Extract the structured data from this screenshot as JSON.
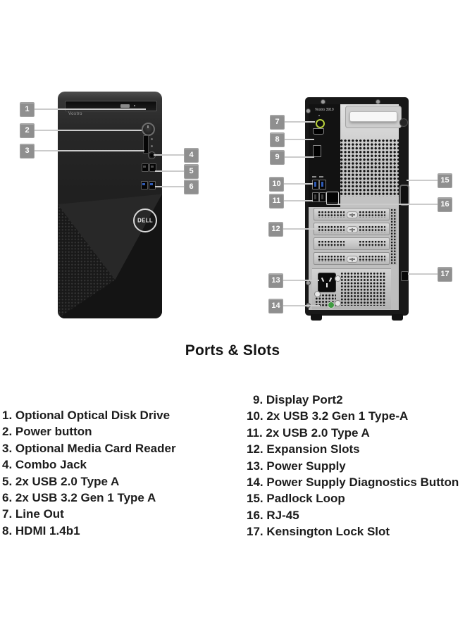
{
  "title": "Ports & Slots",
  "front_view": {
    "model_label": "Vostro",
    "logo_text": "DELL"
  },
  "back_view": {
    "model_label": "Vostro 3910"
  },
  "callouts": [
    "1",
    "2",
    "3",
    "4",
    "5",
    "6",
    "7",
    "8",
    "9",
    "10",
    "11",
    "12",
    "13",
    "14",
    "15",
    "16",
    "17"
  ],
  "legend": {
    "left": [
      "1. Optional Optical Disk Drive",
      "2. Power button",
      "3. Optional Media Card Reader",
      "4. Combo Jack",
      "5. 2x USB 2.0 Type A",
      "6. 2x USB 3.2 Gen 1 Type A",
      "7. Line Out",
      "8. HDMI 1.4b1"
    ],
    "right": [
      "9. Display Port2",
      "10. 2x USB 3.2 Gen 1 Type-A",
      "11. 2x USB 2.0 Type A",
      "12. Expansion Slots",
      "13. Power Supply",
      "14. Power Supply Diagnostics Button",
      "15. Padlock Loop",
      "16. RJ-45",
      "17. Kensington Lock Slot"
    ]
  },
  "colors": {
    "callout_bg": "#8f8f8f",
    "leader_line": "#cbcbcb",
    "usb3_blue": "#2f5cb8",
    "line_out_green": "#b7cf3a",
    "diagnostics_green": "#3f9b41",
    "text": "#1c1c1c"
  }
}
